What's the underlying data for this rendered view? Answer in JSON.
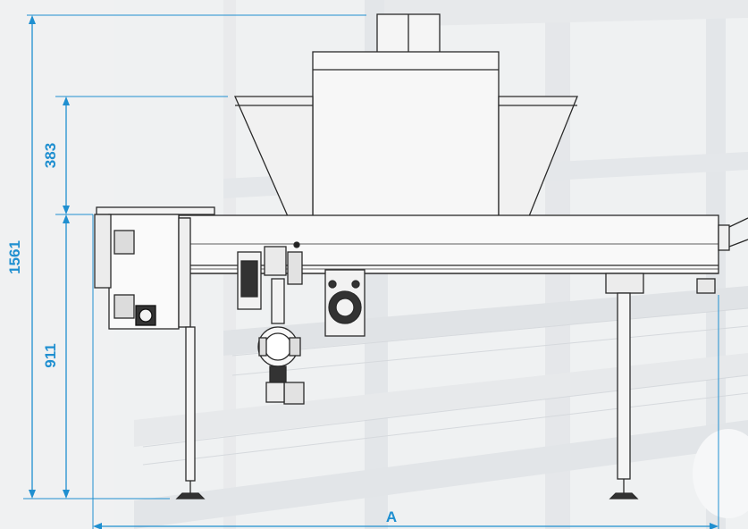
{
  "dimensions": {
    "total_height": "1561",
    "hood_height": "383",
    "frame_height": "911",
    "length": "A"
  },
  "colors": {
    "dimension": "#1f8fd0",
    "drawing": "#2a2a2a",
    "background": "#f3f4f5",
    "shelving": "#d9dcdf"
  }
}
